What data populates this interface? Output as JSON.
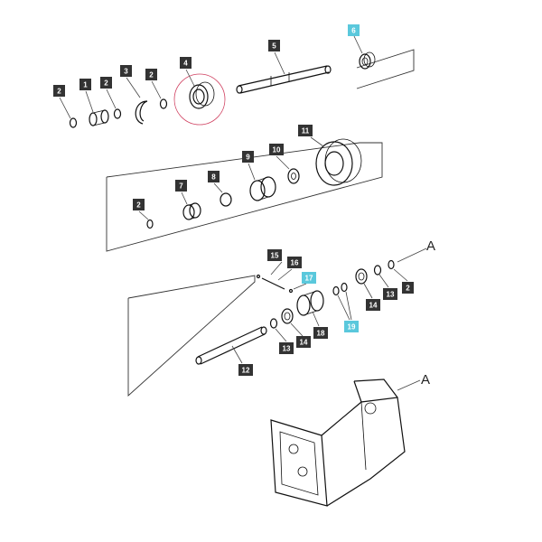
{
  "diagram": {
    "labels": {
      "l2a": "2",
      "l1": "1",
      "l2b": "2",
      "l3": "3",
      "l2c": "2",
      "l4": "4",
      "l5": "5",
      "l6": "6",
      "l2d": "2",
      "l7": "7",
      "l8": "8",
      "l9": "9",
      "l10": "10",
      "l11": "11",
      "l15": "15",
      "l16": "16",
      "l17": "17",
      "l13a": "13",
      "l14a": "14",
      "l18": "18",
      "l12": "12",
      "l19": "19",
      "l14b": "14",
      "l13b": "13",
      "l2e": "2"
    },
    "ref_letter_upper": "A",
    "ref_letter_lower": "A",
    "highlight_color": "#5ac8dc",
    "callout_color": "#d04060"
  }
}
